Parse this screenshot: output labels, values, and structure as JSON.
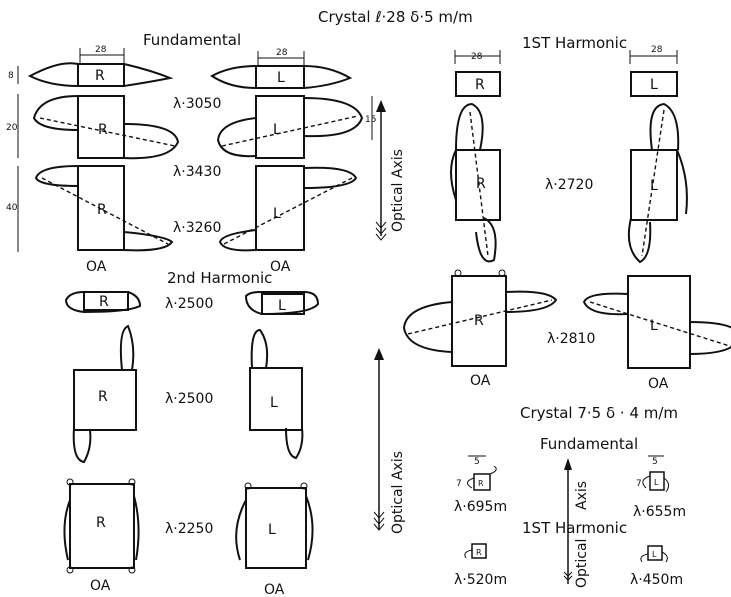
{
  "title_large": "Crystal ℓ·28 δ·5 m/m",
  "title_small": "Crystal 7·5 δ · 4 m/m",
  "sections": {
    "fundamental": "Fundamental",
    "first_harmonic": "1ST Harmonic",
    "second_harmonic": "2nd Harmonic",
    "small_fundamental": "Fundamental",
    "small_first_harmonic": "1ST Harmonic"
  },
  "axis": {
    "optical_axis_1": "Optical Axis",
    "optical_axis_2": "Optical Axis",
    "optical_axis_small_a": "Optical",
    "optical_axis_small_b": "Axis"
  },
  "wavelengths": {
    "f1": "λ·3050",
    "f2": "λ·3430",
    "f3": "λ·3260",
    "h1a": "λ·2720",
    "h1b": "λ·2810",
    "h2a": "λ·2500",
    "h2b": "λ·2500",
    "h2c": "λ·2250",
    "s1": "λ·695m",
    "s2": "λ·655m",
    "s3": "λ·520m",
    "s4": "λ·450m"
  },
  "oa": "OA",
  "letters": {
    "right": "R",
    "left": "L"
  },
  "dims": {
    "w28": "28",
    "h8": "8",
    "h20": "20",
    "h40": "40",
    "h15": "15",
    "s5": "5",
    "s7": "7"
  },
  "colors": {
    "ink": "#111111",
    "paper": "#ffffff"
  }
}
